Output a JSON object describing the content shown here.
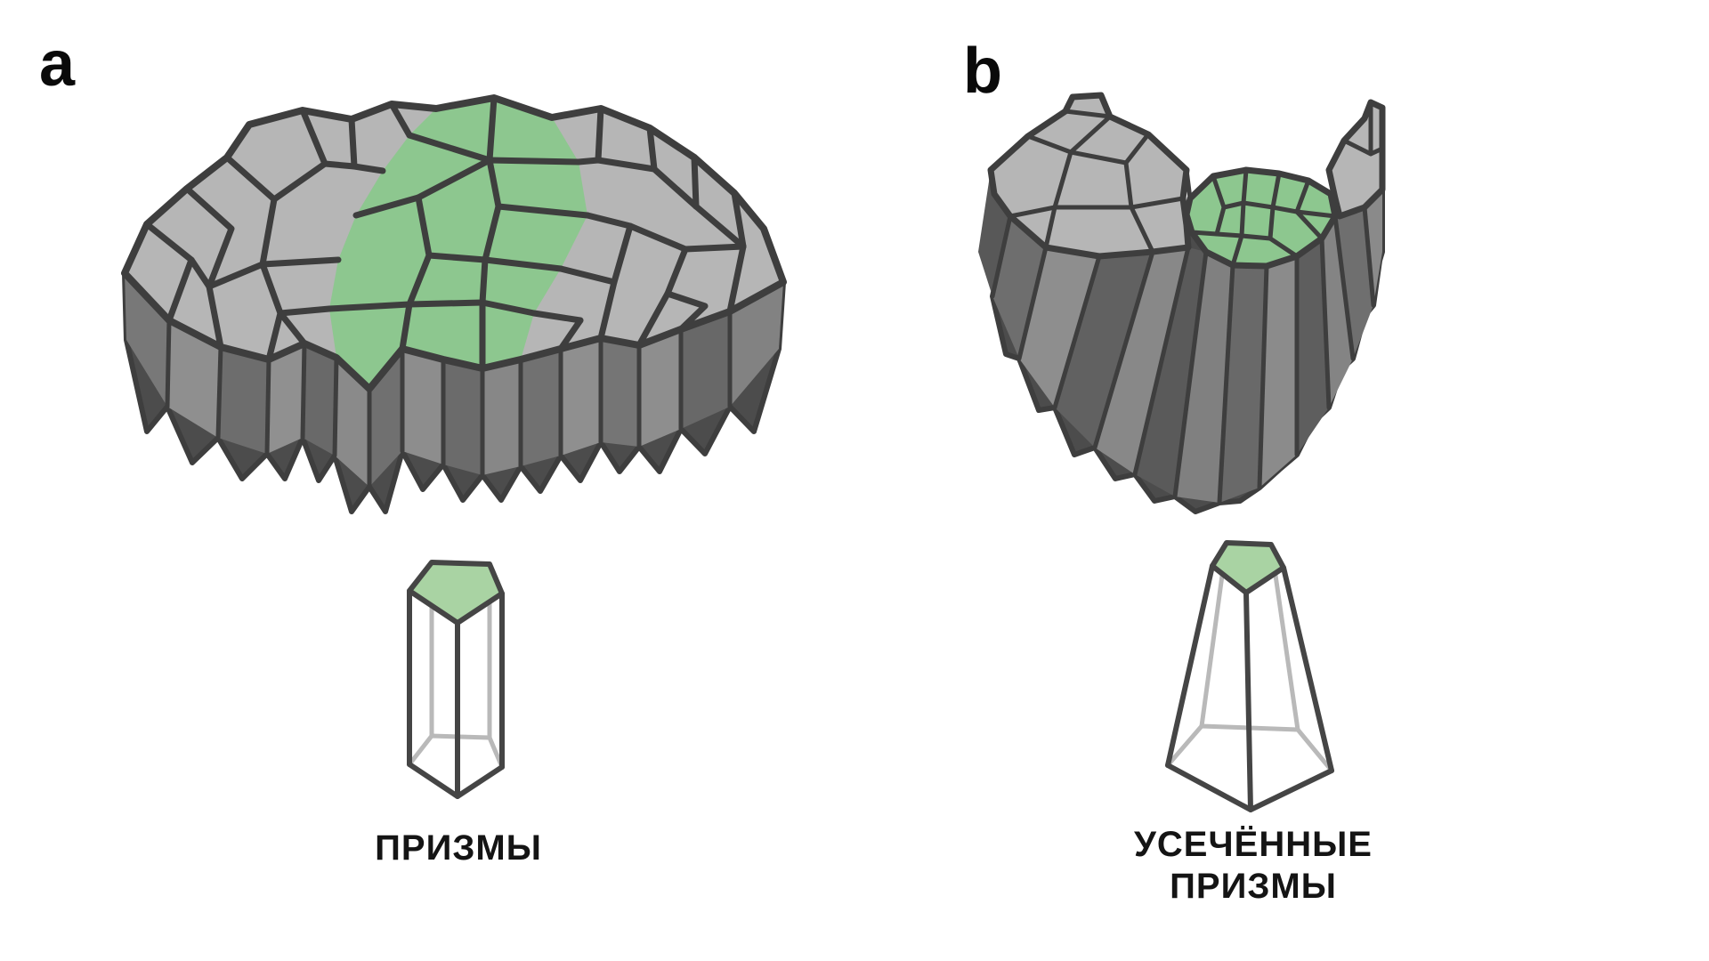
{
  "background": "#ffffff",
  "panels": {
    "a": {
      "letter": "a",
      "caption": "ПРИЗМЫ",
      "illustration": "tissue-of-prismatic-cells",
      "icon": "pentagonal-prism"
    },
    "b": {
      "letter": "b",
      "caption_lines": [
        "УСЕЧЁННЫЕ",
        "ПРИЗМЫ"
      ],
      "illustration": "tissue-of-truncated-prisms-funnel",
      "icon": "truncated-pentagonal-pyramid"
    }
  },
  "colors": {
    "background": "#ffffff",
    "line": "#3e3e3e",
    "top-gray": "#b6b6b6",
    "cell-green": "#8dc78f",
    "tips-gray": "#4c4c4c",
    "icon-line": "#454545",
    "icon-hidden": "#b9b9b9",
    "icon-green": "#a9d3a3",
    "text": "#141414"
  }
}
